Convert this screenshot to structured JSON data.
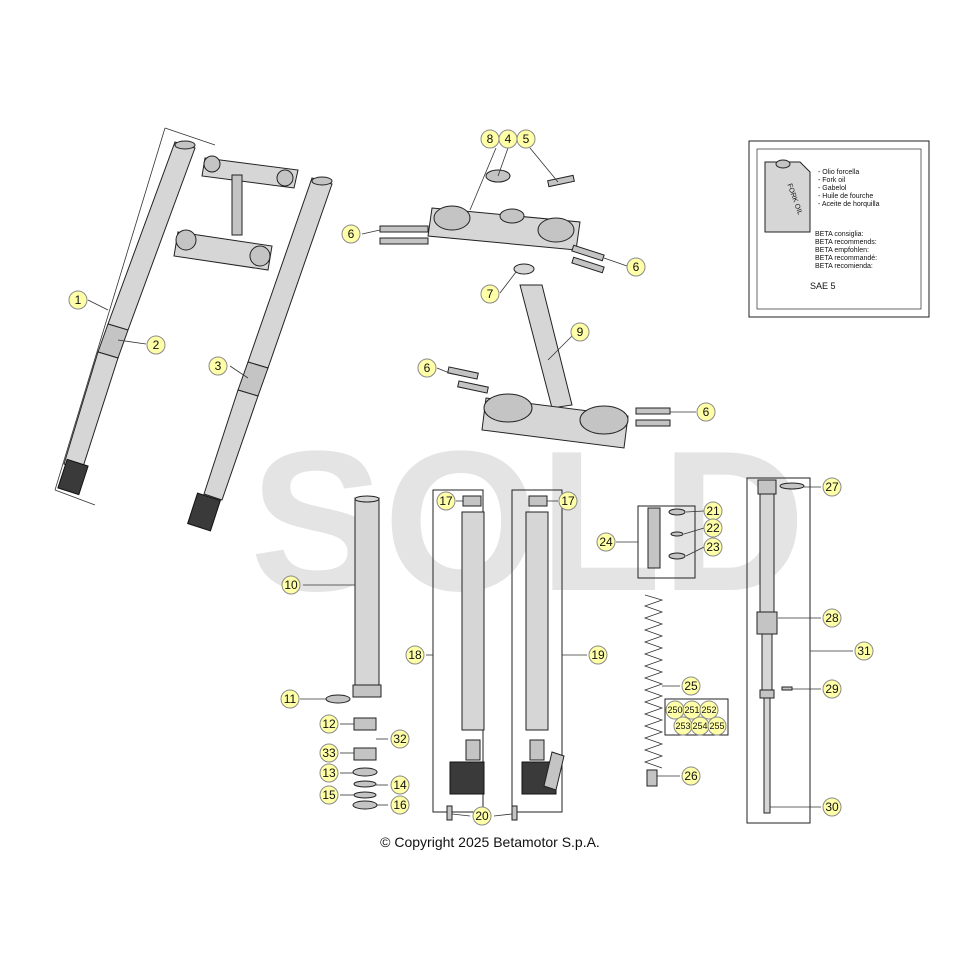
{
  "copyright": "© Copyright 2025 Betamotor S.p.A.",
  "watermark": "SOLD",
  "legend": {
    "can_label": "FORK OIL",
    "oil_names": [
      "- Olio forcella",
      "- Fork oil",
      "- Gabelol",
      "- Huile de fourche",
      "- Aceite de horquilla"
    ],
    "recommend": [
      "BETA consiglia:",
      "BETA recommends:",
      "BETA empfohlen:",
      "BETA recommandé:",
      "BETA recomienda:"
    ],
    "grade": "SAE 5"
  },
  "callouts": {
    "c1": "1",
    "c2": "2",
    "c3": "3",
    "c4": "4",
    "c5": "5",
    "c6a": "6",
    "c6b": "6",
    "c6c": "6",
    "c6d": "6",
    "c7": "7",
    "c8": "8",
    "c9": "9",
    "c10": "10",
    "c11": "11",
    "c12": "12",
    "c13": "13",
    "c14": "14",
    "c15": "15",
    "c16": "16",
    "c17a": "17",
    "c17b": "17",
    "c18": "18",
    "c19": "19",
    "c20": "20",
    "c21": "21",
    "c22": "22",
    "c23": "23",
    "c24": "24",
    "c25": "25",
    "c26": "26",
    "c27": "27",
    "c28": "28",
    "c29": "29",
    "c30": "30",
    "c31": "31",
    "c32": "32",
    "c33": "33",
    "c250": "250",
    "c251": "251",
    "c252": "252",
    "c253": "253",
    "c254": "254",
    "c255": "255"
  }
}
